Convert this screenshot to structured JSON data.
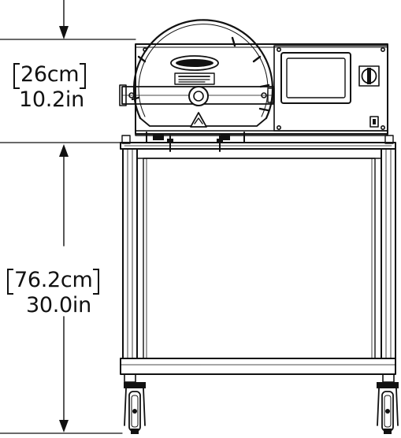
{
  "dimensions": {
    "top_height": {
      "metric": "26cm",
      "imperial": "10.2in"
    },
    "bottom_height": {
      "metric": "76.2cm",
      "imperial": "30.0in"
    }
  },
  "colors": {
    "line": "#111111",
    "background": "#ffffff"
  },
  "icons": {
    "warning": "warning-triangle-icon",
    "power_switch": "rotary-switch-icon",
    "usb_port": "port-icon"
  }
}
